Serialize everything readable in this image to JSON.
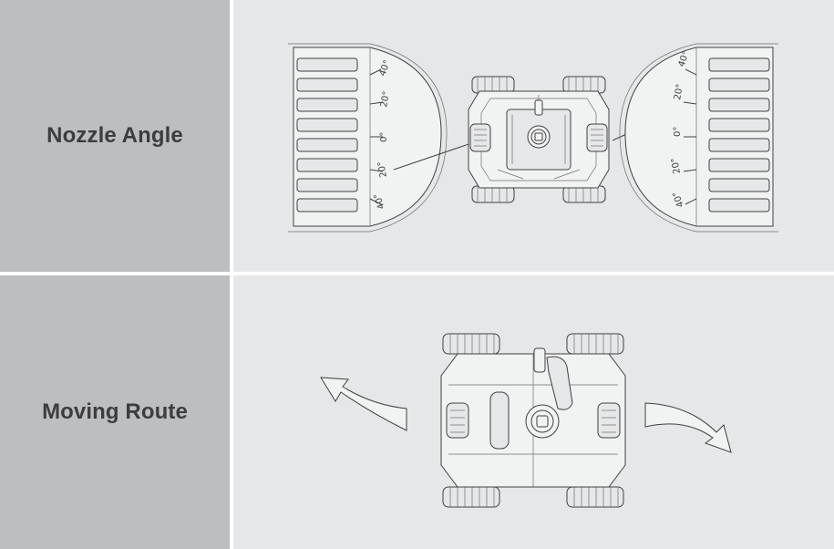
{
  "rows": [
    {
      "label": "Nozzle Angle",
      "left_scale": [
        "40°",
        "20°",
        "0°",
        "20°",
        "40°"
      ],
      "right_scale": [
        "40°",
        "20°",
        "0°",
        "20°",
        "40°"
      ]
    },
    {
      "label": "Moving Route"
    }
  ],
  "colors": {
    "label_background": "#bcbec0",
    "image_background": "#e6e7e8",
    "label_text": "#3d3d3f",
    "line_art": "#414042"
  },
  "icons": [
    "robot-top-view",
    "curved-arrow-left",
    "curved-arrow-right"
  ]
}
